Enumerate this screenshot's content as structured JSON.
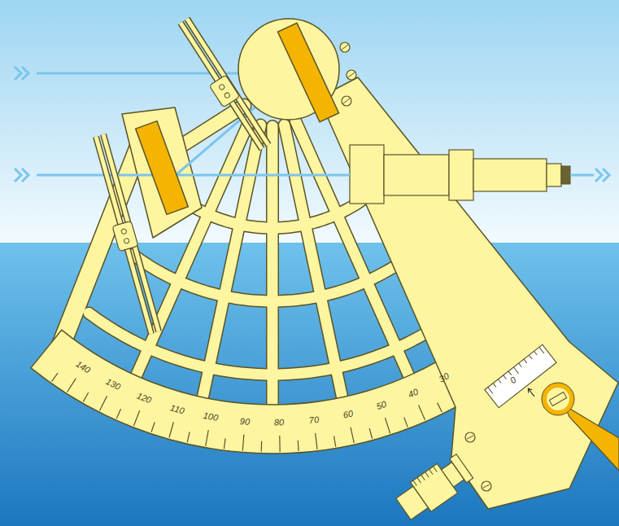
{
  "diagram": {
    "labels": [
      "140",
      "130",
      "120",
      "110",
      "100",
      "90",
      "80",
      "70",
      "60",
      "50",
      "40",
      "30",
      "0"
    ]
  }
}
